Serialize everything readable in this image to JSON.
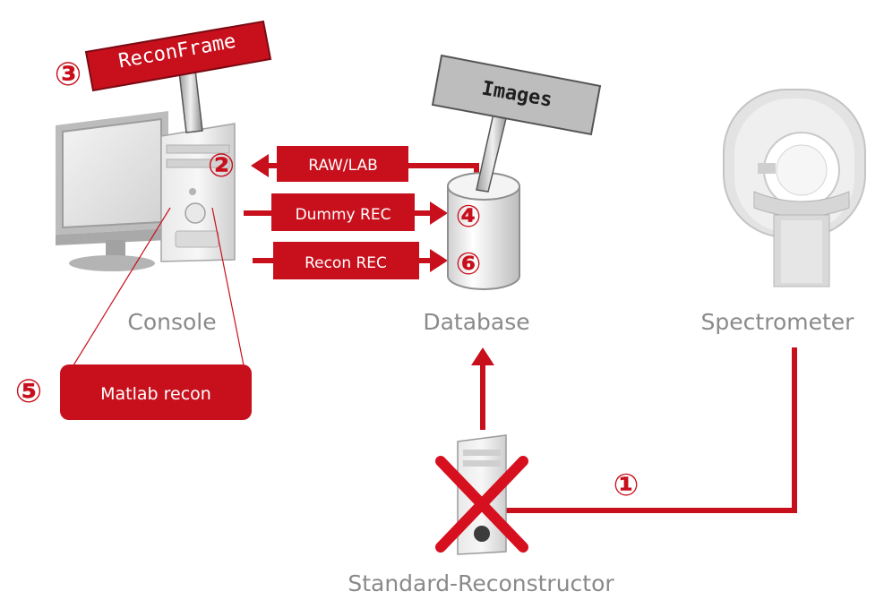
{
  "nodes": {
    "console": "Console",
    "database": "Database",
    "spectrometer": "Spectrometer",
    "standard_reconstructor": "Standard-Reconstructor"
  },
  "signs": {
    "reconframe": "ReconFrame",
    "images": "Images"
  },
  "flows": {
    "raw_lab": "RAW/LAB",
    "dummy_rec": "Dummy REC",
    "recon_rec": "Recon REC"
  },
  "matlab": "Matlab recon",
  "steps": {
    "s1": "①",
    "s2": "②",
    "s3": "③",
    "s4": "④",
    "s5": "⑤",
    "s6": "⑥"
  },
  "colors": {
    "accent": "#c8101d",
    "label_gray": "#8a8a8a",
    "sign_gray": "#bdbdbd"
  }
}
